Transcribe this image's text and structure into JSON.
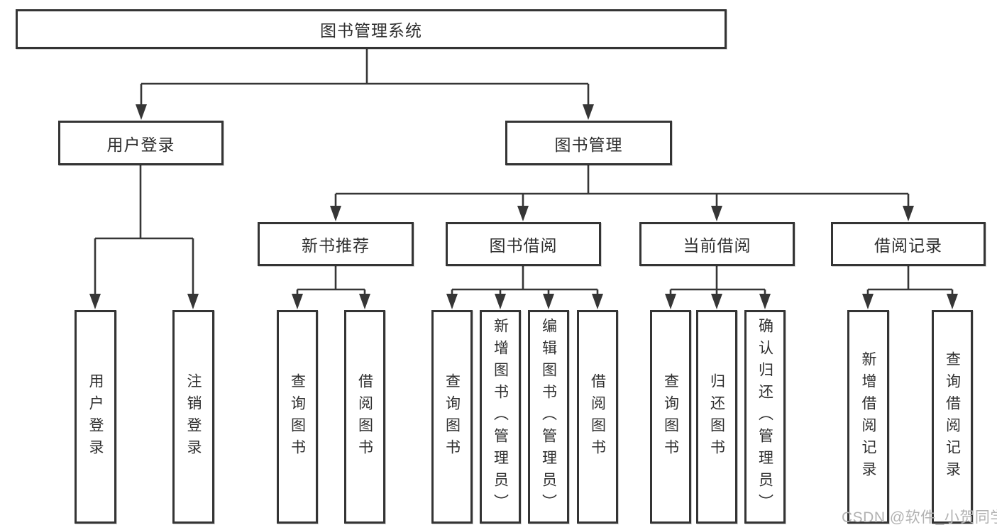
{
  "diagram": {
    "root": "图书管理系统",
    "level1": [
      "用户登录",
      "图书管理"
    ],
    "level2": [
      "新书推荐",
      "图书借阅",
      "当前借阅",
      "借阅记录"
    ],
    "leaves": {
      "login": [
        "用户登录",
        "注销登录"
      ],
      "newbook": [
        "查询图书",
        "借阅图书"
      ],
      "borrow": [
        "查询图书",
        "新增图书（管理员）",
        "编辑图书（管理员）",
        "借阅图书"
      ],
      "current": [
        "查询图书",
        "归还图书",
        "确认归还（管理员）"
      ],
      "records": [
        "新增借阅记录",
        "查询借阅记录"
      ]
    }
  },
  "colors": {
    "line": "#363636",
    "text": "#2f2f2f",
    "watermark": "#b2b2b2",
    "background": "#ffffff"
  },
  "watermark": {
    "text": "CSDN @软件_小贺同学"
  }
}
